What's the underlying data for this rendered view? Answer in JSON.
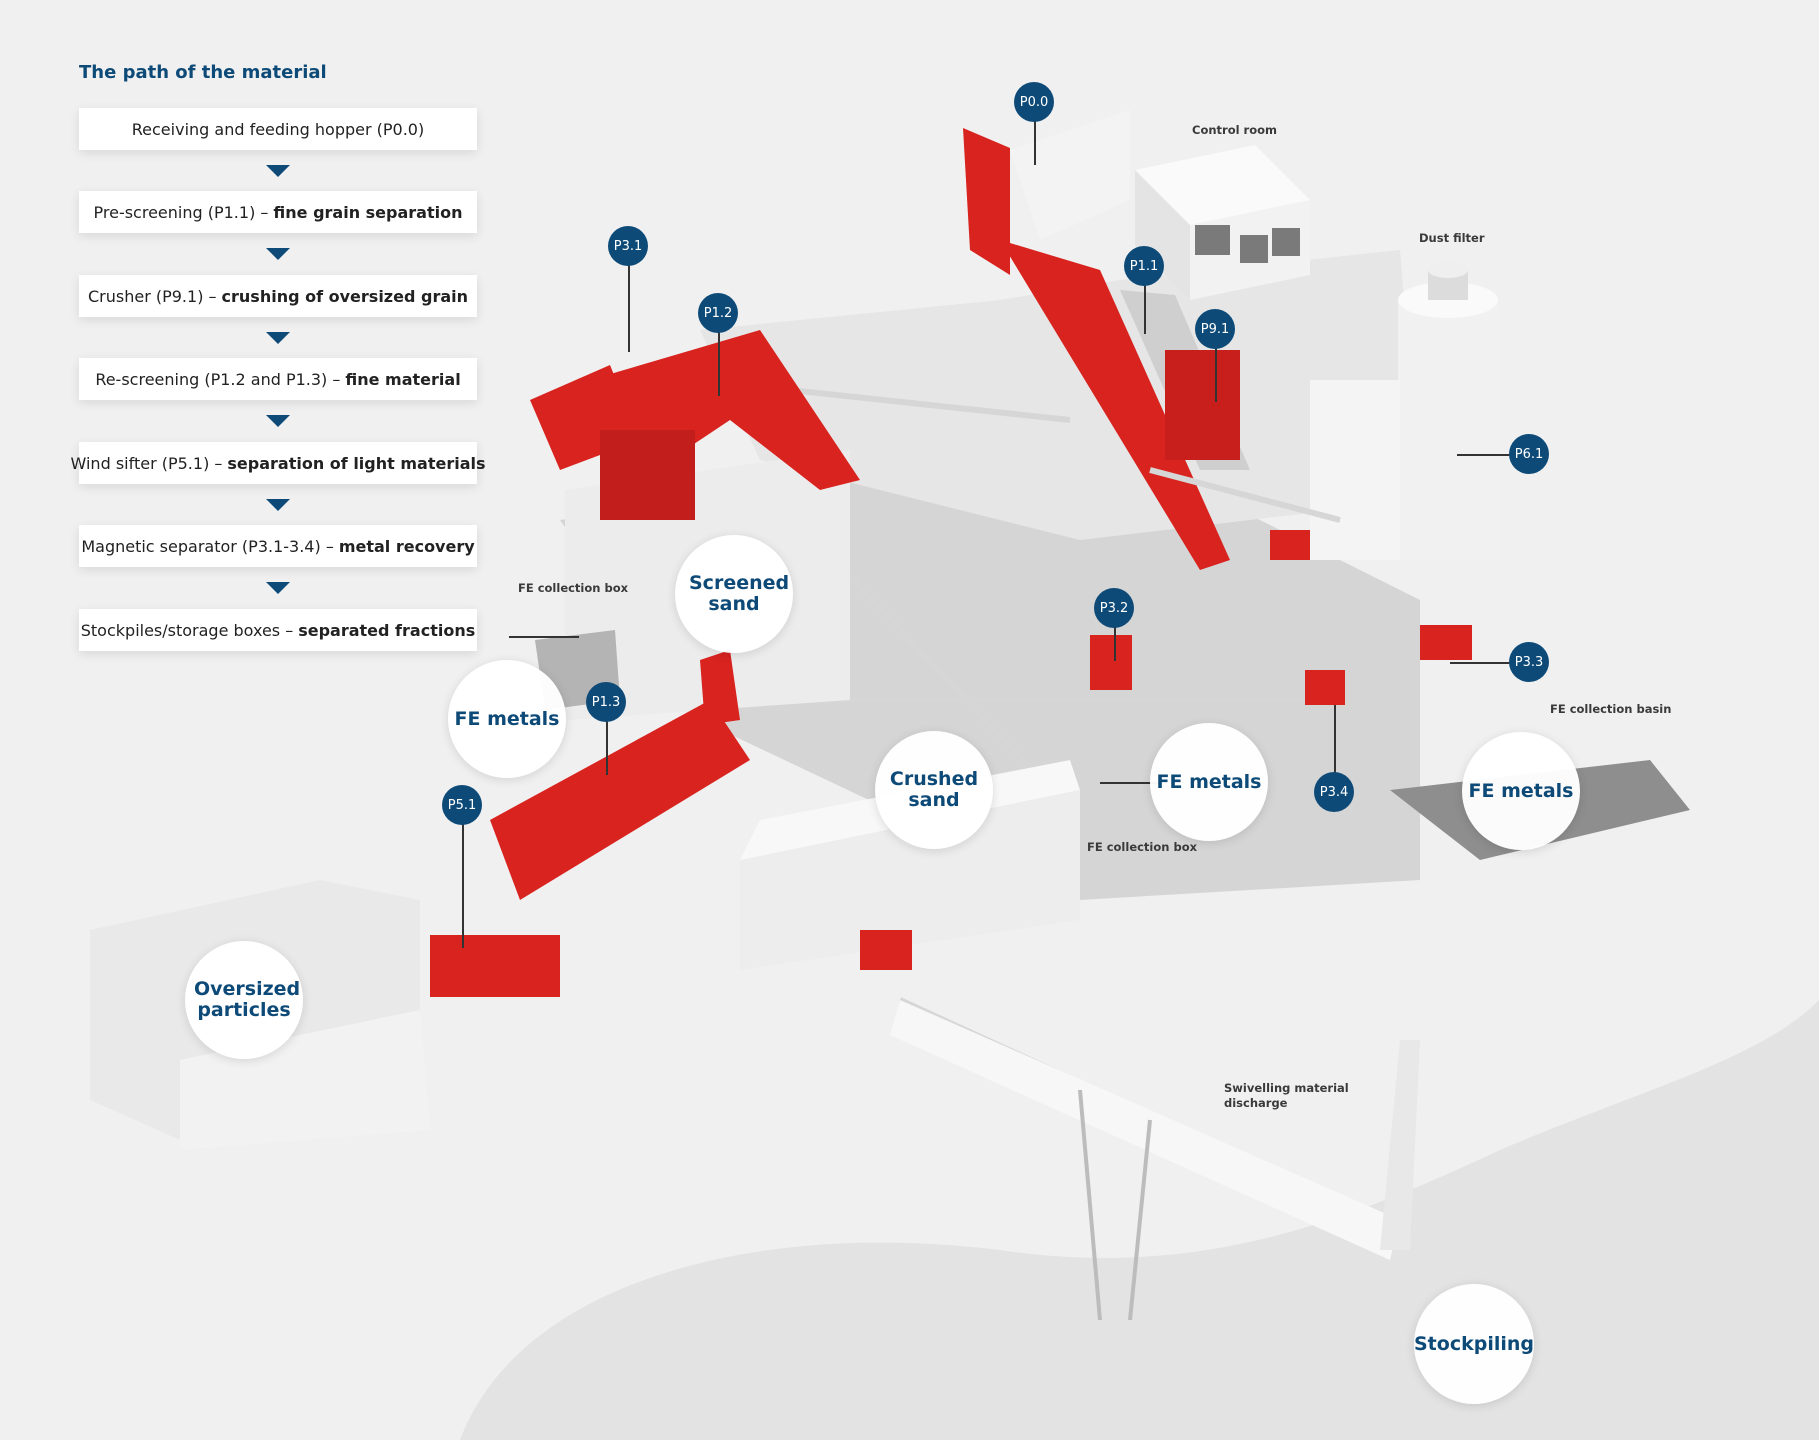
{
  "title": "The path of the material",
  "steps": [
    {
      "normal": "Receiving and feeding hopper (P0.0)",
      "bold": ""
    },
    {
      "normal": "Pre-screening (P1.1) –",
      "bold": "fine grain separation"
    },
    {
      "normal": "Crusher (P9.1) –",
      "bold": "crushing of oversized grain"
    },
    {
      "normal": "Re-screening (P1.2 and P1.3) –",
      "bold": "fine material"
    },
    {
      "normal": "Wind sifter (P5.1) –",
      "bold": "separation of light materials"
    },
    {
      "normal": "Magnetic separator (P3.1-3.4) –",
      "bold": "metal recovery"
    },
    {
      "normal": "Stockpiles/storage boxes –",
      "bold": "separated fractions"
    }
  ],
  "badges": {
    "p00": "P0.0",
    "p11": "P1.1",
    "p91": "P9.1",
    "p31": "P3.1",
    "p12": "P1.2",
    "p61": "P6.1",
    "p32": "P3.2",
    "p33": "P3.3",
    "p13": "P1.3",
    "p34": "P3.4",
    "p51": "P5.1"
  },
  "outputs": {
    "screened_sand": "Screened sand",
    "fe_metals_1": "FE metals",
    "crushed_sand": "Crushed sand",
    "fe_metals_2": "FE metals",
    "fe_metals_3": "FE metals",
    "oversized": "Oversized particles",
    "stockpiling": "Stockpiling"
  },
  "labels": {
    "control_room": "Control room",
    "dust_filter": "Dust filter",
    "fe_box_1": "FE collection box",
    "fe_basin": "FE collection basin",
    "fe_box_2": "FE collection box",
    "swivelling": "Swivelling material discharge"
  },
  "colors": {
    "brand_blue": "#0d4a78",
    "machine_red": "#d8231f",
    "structure_white": "#f7f7f7",
    "background": "#f0f0f0"
  }
}
